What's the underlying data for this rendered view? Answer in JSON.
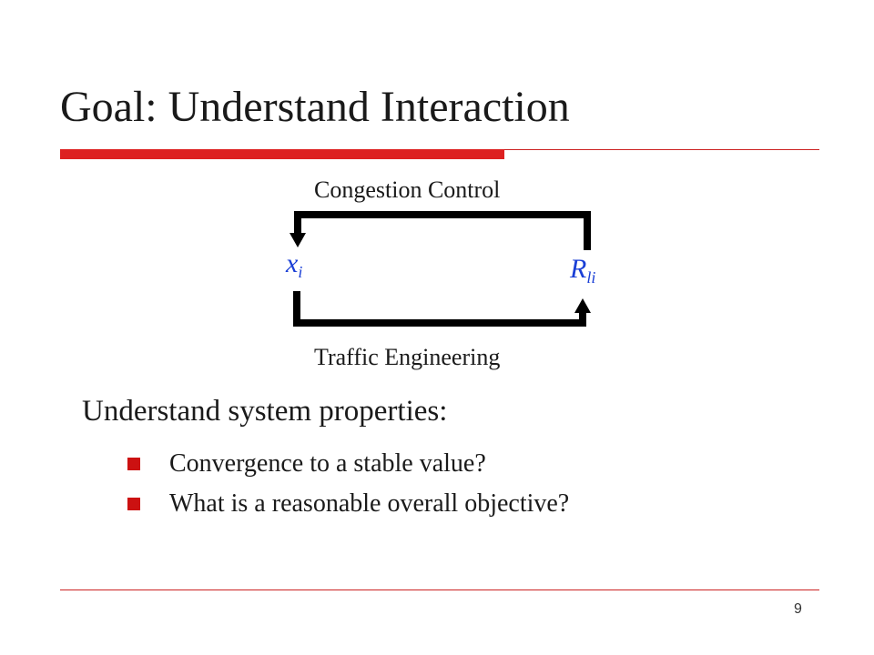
{
  "slide": {
    "title": "Goal: Understand Interaction",
    "diagram": {
      "top_label": "Congestion Control",
      "bottom_label": "Traffic Engineering",
      "left_var": {
        "base": "x",
        "sub": "i"
      },
      "right_var": {
        "base": "R",
        "sub": "li"
      }
    },
    "section_heading": "Understand system properties:",
    "bullets": [
      "Convergence to a stable value?",
      "What is a reasonable overall objective?"
    ],
    "page_number": "9"
  },
  "colors": {
    "accent_red": "#dd2020",
    "variable_blue": "#1a3fd6",
    "text": "#1a1a1a",
    "bullet_red": "#cc1111"
  }
}
